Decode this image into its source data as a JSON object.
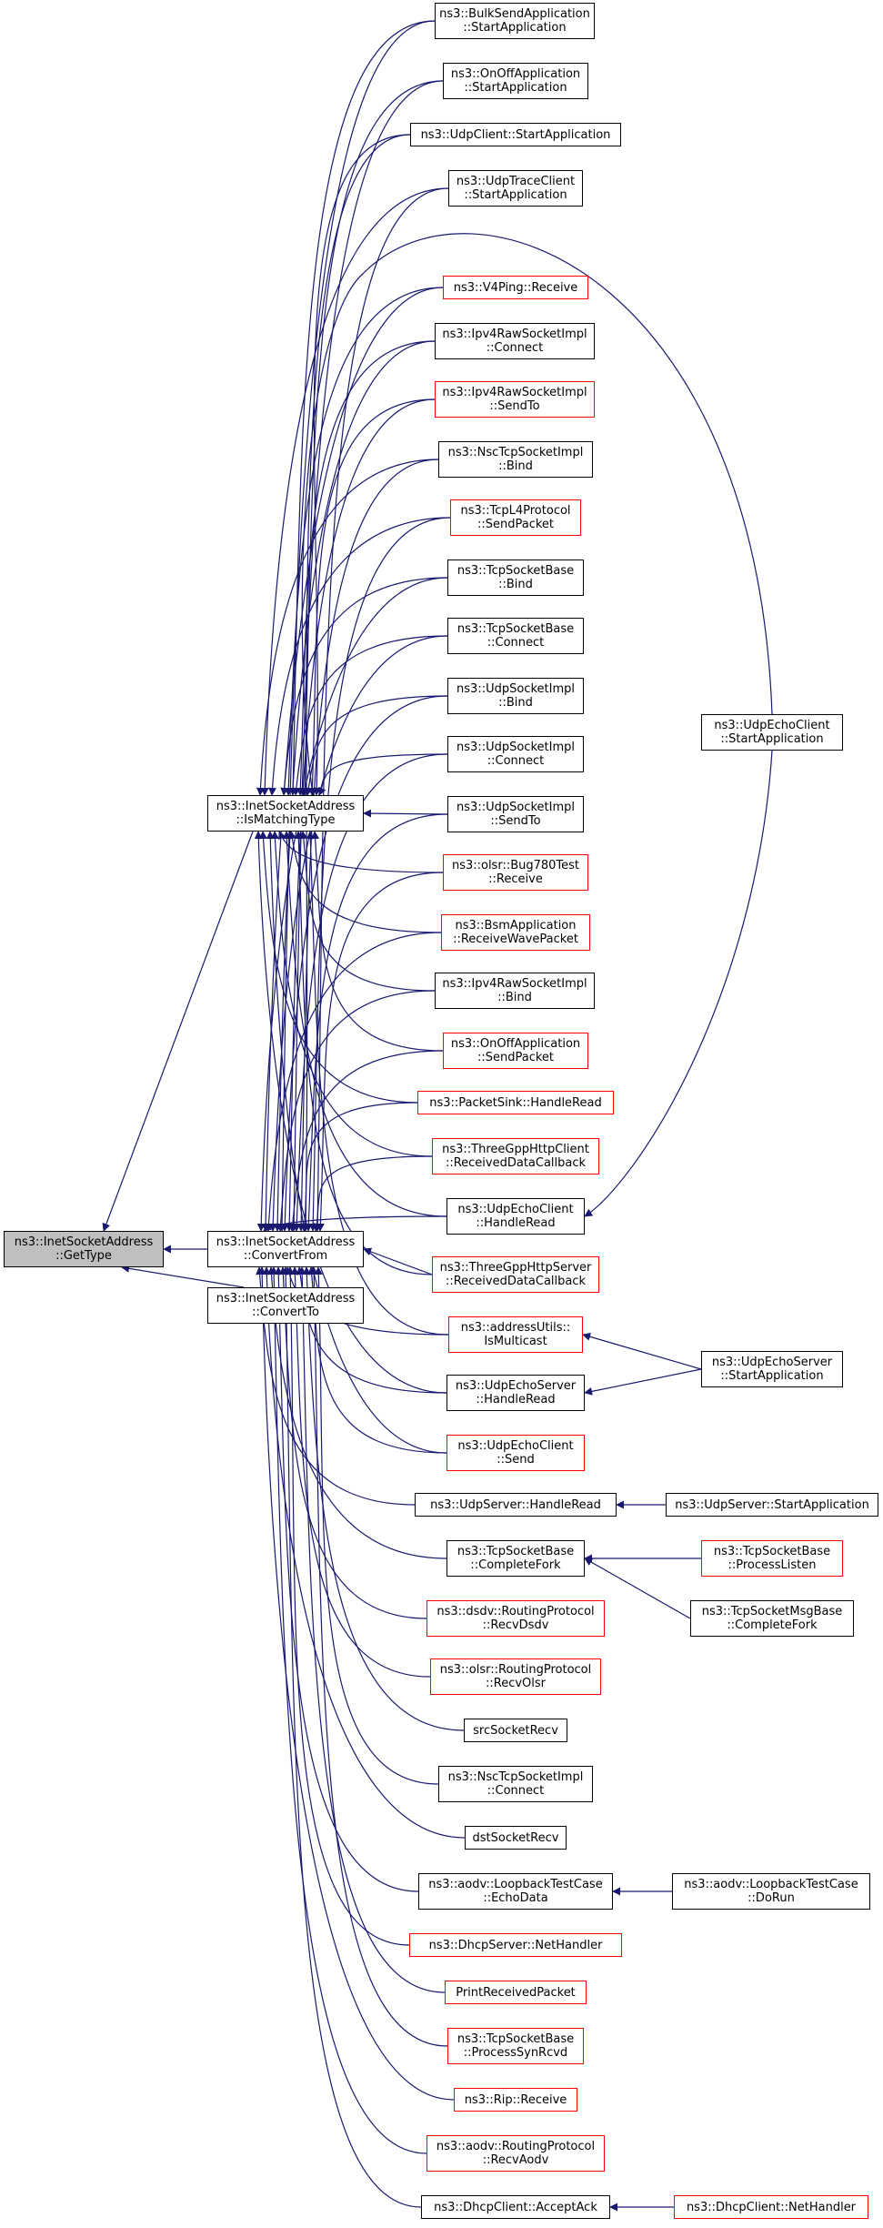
{
  "colors": {
    "edge": "#191970",
    "red_border": "#ff0000",
    "black_border": "#000000",
    "root_fill": "#bfbfbf"
  },
  "nodes": {
    "root": {
      "lines": [
        "ns3::InetSocketAddress",
        "::GetType"
      ],
      "style": "root"
    },
    "ismatchingtype": {
      "lines": [
        "ns3::InetSocketAddress",
        "::IsMatchingType"
      ],
      "style": "black"
    },
    "convertfrom": {
      "lines": [
        "ns3::InetSocketAddress",
        "::ConvertFrom"
      ],
      "style": "black"
    },
    "convertto": {
      "lines": [
        "ns3::InetSocketAddress",
        "::ConvertTo"
      ],
      "style": "black"
    },
    "bulksend": {
      "lines": [
        "ns3::BulkSendApplication",
        "::StartApplication"
      ],
      "style": "black"
    },
    "onoffstart": {
      "lines": [
        "ns3::OnOffApplication",
        "::StartApplication"
      ],
      "style": "black"
    },
    "udpclientstart": {
      "lines": [
        "ns3::UdpClient::StartApplication"
      ],
      "style": "black"
    },
    "udptrace": {
      "lines": [
        "ns3::UdpTraceClient",
        "::StartApplication"
      ],
      "style": "black"
    },
    "v4ping": {
      "lines": [
        "ns3::V4Ping::Receive"
      ],
      "style": "red"
    },
    "ipv4rawconnect": {
      "lines": [
        "ns3::Ipv4RawSocketImpl",
        "::Connect"
      ],
      "style": "black"
    },
    "ipv4rawsendto": {
      "lines": [
        "ns3::Ipv4RawSocketImpl",
        "::SendTo"
      ],
      "style": "red"
    },
    "nscbind": {
      "lines": [
        "ns3::NscTcpSocketImpl",
        "::Bind"
      ],
      "style": "black"
    },
    "tcpl4send": {
      "lines": [
        "ns3::TcpL4Protocol",
        "::SendPacket"
      ],
      "style": "red"
    },
    "tcpbasebind": {
      "lines": [
        "ns3::TcpSocketBase",
        "::Bind"
      ],
      "style": "black"
    },
    "tcpbaseconnect": {
      "lines": [
        "ns3::TcpSocketBase",
        "::Connect"
      ],
      "style": "black"
    },
    "udpimplbind": {
      "lines": [
        "ns3::UdpSocketImpl",
        "::Bind"
      ],
      "style": "black"
    },
    "udpimplconnect": {
      "lines": [
        "ns3::UdpSocketImpl",
        "::Connect"
      ],
      "style": "black"
    },
    "udpimplsendto": {
      "lines": [
        "ns3::UdpSocketImpl",
        "::SendTo"
      ],
      "style": "black"
    },
    "olsrbug": {
      "lines": [
        "ns3::olsr::Bug780Test",
        "::Receive"
      ],
      "style": "red"
    },
    "bsm": {
      "lines": [
        "ns3::BsmApplication",
        "::ReceiveWavePacket"
      ],
      "style": "red"
    },
    "ipv4rawbind": {
      "lines": [
        "ns3::Ipv4RawSocketImpl",
        "::Bind"
      ],
      "style": "black"
    },
    "onoffsend": {
      "lines": [
        "ns3::OnOffApplication",
        "::SendPacket"
      ],
      "style": "red"
    },
    "packetsink": {
      "lines": [
        "ns3::PacketSink::HandleRead"
      ],
      "style": "red"
    },
    "threegppclient": {
      "lines": [
        "ns3::ThreeGppHttpClient",
        "::ReceivedDataCallback"
      ],
      "style": "red"
    },
    "echoclienthandle": {
      "lines": [
        "ns3::UdpEchoClient",
        "::HandleRead"
      ],
      "style": "black"
    },
    "threegppserver": {
      "lines": [
        "ns3::ThreeGppHttpServer",
        "::ReceivedDataCallback"
      ],
      "style": "red"
    },
    "ismulticast": {
      "lines": [
        "ns3::addressUtils::",
        "IsMulticast"
      ],
      "style": "red"
    },
    "echoserverhandle": {
      "lines": [
        "ns3::UdpEchoServer",
        "::HandleRead"
      ],
      "style": "black"
    },
    "echoclientsend": {
      "lines": [
        "ns3::UdpEchoClient",
        "::Send"
      ],
      "style": "red"
    },
    "udpserverhandle": {
      "lines": [
        "ns3::UdpServer::HandleRead"
      ],
      "style": "black"
    },
    "completefork": {
      "lines": [
        "ns3::TcpSocketBase",
        "::CompleteFork"
      ],
      "style": "black"
    },
    "dsdv": {
      "lines": [
        "ns3::dsdv::RoutingProtocol",
        "::RecvDsdv"
      ],
      "style": "red"
    },
    "olsrrecv": {
      "lines": [
        "ns3::olsr::RoutingProtocol",
        "::RecvOlsr"
      ],
      "style": "red"
    },
    "srcsocket": {
      "lines": [
        "srcSocketRecv"
      ],
      "style": "black"
    },
    "nscconnect": {
      "lines": [
        "ns3::NscTcpSocketImpl",
        "::Connect"
      ],
      "style": "black"
    },
    "dstsocket": {
      "lines": [
        "dstSocketRecv"
      ],
      "style": "black"
    },
    "aodvecho": {
      "lines": [
        "ns3::aodv::LoopbackTestCase",
        "::EchoData"
      ],
      "style": "black"
    },
    "dhcpserver": {
      "lines": [
        "ns3::DhcpServer::NetHandler"
      ],
      "style": "red"
    },
    "printrecv": {
      "lines": [
        "PrintReceivedPacket"
      ],
      "style": "red"
    },
    "synrcvd": {
      "lines": [
        "ns3::TcpSocketBase",
        "::ProcessSynRcvd"
      ],
      "style": "red"
    },
    "rip": {
      "lines": [
        "ns3::Rip::Receive"
      ],
      "style": "red"
    },
    "aodvrecv": {
      "lines": [
        "ns3::aodv::RoutingProtocol",
        "::RecvAodv"
      ],
      "style": "red"
    },
    "dhcpaccept": {
      "lines": [
        "ns3::DhcpClient::AcceptAck"
      ],
      "style": "black"
    },
    "echoclientstart": {
      "lines": [
        "ns3::UdpEchoClient",
        "::StartApplication"
      ],
      "style": "black"
    },
    "echoserverstart": {
      "lines": [
        "ns3::UdpEchoServer",
        "::StartApplication"
      ],
      "style": "black"
    },
    "udpserverstart": {
      "lines": [
        "ns3::UdpServer::StartApplication"
      ],
      "style": "black"
    },
    "processlisten": {
      "lines": [
        "ns3::TcpSocketBase",
        "::ProcessListen"
      ],
      "style": "red"
    },
    "msgbasefork": {
      "lines": [
        "ns3::TcpSocketMsgBase",
        "::CompleteFork"
      ],
      "style": "black"
    },
    "aodvdorun": {
      "lines": [
        "ns3::aodv::LoopbackTestCase",
        "::DoRun"
      ],
      "style": "black"
    },
    "dhcpclient": {
      "lines": [
        "ns3::DhcpClient::NetHandler"
      ],
      "style": "red"
    }
  },
  "edges": [
    [
      "ismatchingtype",
      "root"
    ],
    [
      "convertfrom",
      "root"
    ],
    [
      "convertto",
      "root"
    ],
    [
      "bulksend",
      "ismatchingtype"
    ],
    [
      "onoffstart",
      "ismatchingtype"
    ],
    [
      "udpclientstart",
      "ismatchingtype"
    ],
    [
      "udptrace",
      "ismatchingtype"
    ],
    [
      "echoclientstart",
      "ismatchingtype"
    ],
    [
      "v4ping",
      "ismatchingtype"
    ],
    [
      "ipv4rawconnect",
      "ismatchingtype"
    ],
    [
      "ipv4rawsendto",
      "ismatchingtype"
    ],
    [
      "nscbind",
      "ismatchingtype"
    ],
    [
      "tcpl4send",
      "ismatchingtype"
    ],
    [
      "tcpbasebind",
      "ismatchingtype"
    ],
    [
      "tcpbaseconnect",
      "ismatchingtype"
    ],
    [
      "udpimplbind",
      "ismatchingtype"
    ],
    [
      "udpimplconnect",
      "ismatchingtype"
    ],
    [
      "udpimplsendto",
      "ismatchingtype"
    ],
    [
      "olsrbug",
      "ismatchingtype"
    ],
    [
      "bsm",
      "ismatchingtype"
    ],
    [
      "ipv4rawbind",
      "ismatchingtype"
    ],
    [
      "onoffsend",
      "ismatchingtype"
    ],
    [
      "packetsink",
      "ismatchingtype"
    ],
    [
      "threegppclient",
      "ismatchingtype"
    ],
    [
      "echoclienthandle",
      "ismatchingtype"
    ],
    [
      "threegppserver",
      "ismatchingtype"
    ],
    [
      "ismulticast",
      "ismatchingtype"
    ],
    [
      "echoserverhandle",
      "ismatchingtype"
    ],
    [
      "echoclientsend",
      "ismatchingtype"
    ],
    [
      "bulksend",
      "convertfrom"
    ],
    [
      "onoffstart",
      "convertfrom"
    ],
    [
      "udpclientstart",
      "convertfrom"
    ],
    [
      "udptrace",
      "convertfrom"
    ],
    [
      "v4ping",
      "convertfrom"
    ],
    [
      "ipv4rawconnect",
      "convertfrom"
    ],
    [
      "ipv4rawsendto",
      "convertfrom"
    ],
    [
      "nscbind",
      "convertfrom"
    ],
    [
      "tcpl4send",
      "convertfrom"
    ],
    [
      "tcpbasebind",
      "convertfrom"
    ],
    [
      "tcpbaseconnect",
      "convertfrom"
    ],
    [
      "udpimplbind",
      "convertfrom"
    ],
    [
      "udpimplconnect",
      "convertfrom"
    ],
    [
      "udpimplsendto",
      "convertfrom"
    ],
    [
      "olsrbug",
      "convertfrom"
    ],
    [
      "bsm",
      "convertfrom"
    ],
    [
      "ipv4rawbind",
      "convertfrom"
    ],
    [
      "onoffsend",
      "convertfrom"
    ],
    [
      "packetsink",
      "convertfrom"
    ],
    [
      "threegppclient",
      "convertfrom"
    ],
    [
      "echoclienthandle",
      "convertfrom"
    ],
    [
      "threegppserver",
      "convertfrom"
    ],
    [
      "ismulticast",
      "convertfrom"
    ],
    [
      "echoserverhandle",
      "convertfrom"
    ],
    [
      "echoclientsend",
      "convertfrom"
    ],
    [
      "udpserverhandle",
      "convertfrom"
    ],
    [
      "completefork",
      "convertfrom"
    ],
    [
      "dsdv",
      "convertfrom"
    ],
    [
      "olsrrecv",
      "convertfrom"
    ],
    [
      "srcsocket",
      "convertfrom"
    ],
    [
      "nscconnect",
      "convertfrom"
    ],
    [
      "dstsocket",
      "convertfrom"
    ],
    [
      "aodvecho",
      "convertfrom"
    ],
    [
      "dhcpserver",
      "convertfrom"
    ],
    [
      "printrecv",
      "convertfrom"
    ],
    [
      "synrcvd",
      "convertfrom"
    ],
    [
      "rip",
      "convertfrom"
    ],
    [
      "aodvrecv",
      "convertfrom"
    ],
    [
      "dhcpaccept",
      "convertfrom"
    ],
    [
      "echoclientstart",
      "echoclienthandle"
    ],
    [
      "echoserverstart",
      "ismulticast"
    ],
    [
      "echoserverstart",
      "echoserverhandle"
    ],
    [
      "udpserverstart",
      "udpserverhandle"
    ],
    [
      "processlisten",
      "completefork"
    ],
    [
      "msgbasefork",
      "completefork"
    ],
    [
      "aodvdorun",
      "aodvecho"
    ],
    [
      "dhcpclient",
      "dhcpaccept"
    ]
  ]
}
